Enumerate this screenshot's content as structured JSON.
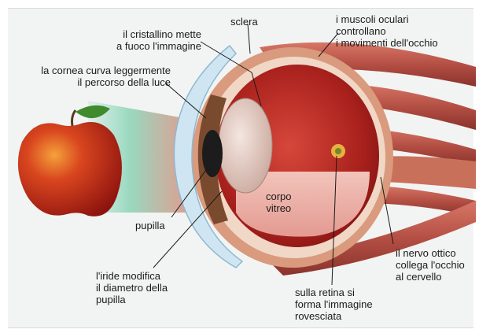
{
  "labels": {
    "sclera": [
      "sclera"
    ],
    "muscles": [
      "i muscoli oculari",
      "controllano",
      "i movimenti dell'occhio"
    ],
    "lens": [
      "il cristallino mette",
      "a fuoco l'immagine"
    ],
    "cornea": [
      "la cornea curva leggermente",
      "il percorso della luce"
    ],
    "vitreous": [
      "corpo",
      "vitreo"
    ],
    "pupil": [
      "pupilla"
    ],
    "iris": [
      "l'iride modifica",
      "il diametro della",
      "pupilla"
    ],
    "optic_nerve": [
      "il nervo ottico",
      "collega l'occhio",
      "al cervello"
    ],
    "retina": [
      "sulla retina si",
      "forma l'immagine",
      "rovesciata"
    ]
  },
  "colors": {
    "background": "#f2f4f3",
    "sclera_outer": "#c98b6f",
    "eye_interior": "#a8201c",
    "vitreous": "#e7a9a0",
    "cornea": "#cfe6f2",
    "muscle": "#b44f44",
    "apple": "#c9261b",
    "leaf": "#3f8a2c",
    "light_beam": "#7fd0b0",
    "leader_line": "#1a1a1a"
  }
}
